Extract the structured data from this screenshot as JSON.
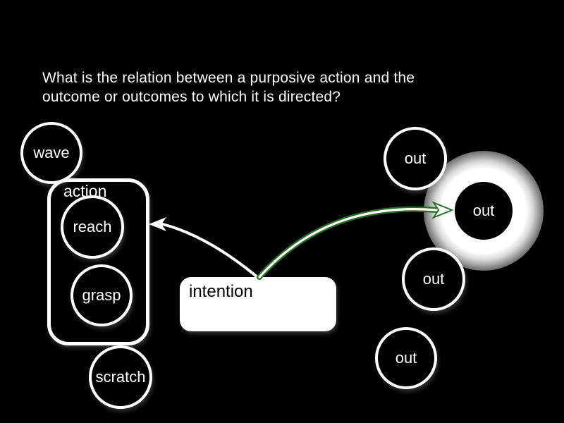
{
  "slide": {
    "background_color": "#000000",
    "title_lines": [
      "What is the relation between a purposive action and the",
      "outcome or outcomes to which it is directed?"
    ]
  },
  "diagram": {
    "action_group": {
      "label": "action",
      "contains": [
        "reach",
        "grasp"
      ]
    },
    "circles": {
      "wave": {
        "label": "wave"
      },
      "reach": {
        "label": "reach"
      },
      "grasp": {
        "label": "grasp"
      },
      "scratch": {
        "label": "scratch"
      },
      "out_top": {
        "label": "out"
      },
      "out_highlighted": {
        "label": "out",
        "highlighted": true,
        "glow_color": "#ffffff"
      },
      "out_mid": {
        "label": "out"
      },
      "out_bottom": {
        "label": "out"
      }
    },
    "intention": {
      "label": "intention",
      "fill_color": "#ffffff",
      "text_color": "#000000"
    },
    "arrows": [
      {
        "from": "intention",
        "to": "action-group",
        "color": "#ffffff"
      },
      {
        "from": "intention",
        "to": "out_highlighted",
        "color": "#2a6b2a",
        "core_color": "#ffffff"
      }
    ],
    "colors": {
      "shape_stroke": "#ffffff",
      "shape_fill": "#000000",
      "green_arrow": "#2a6b2a"
    }
  }
}
